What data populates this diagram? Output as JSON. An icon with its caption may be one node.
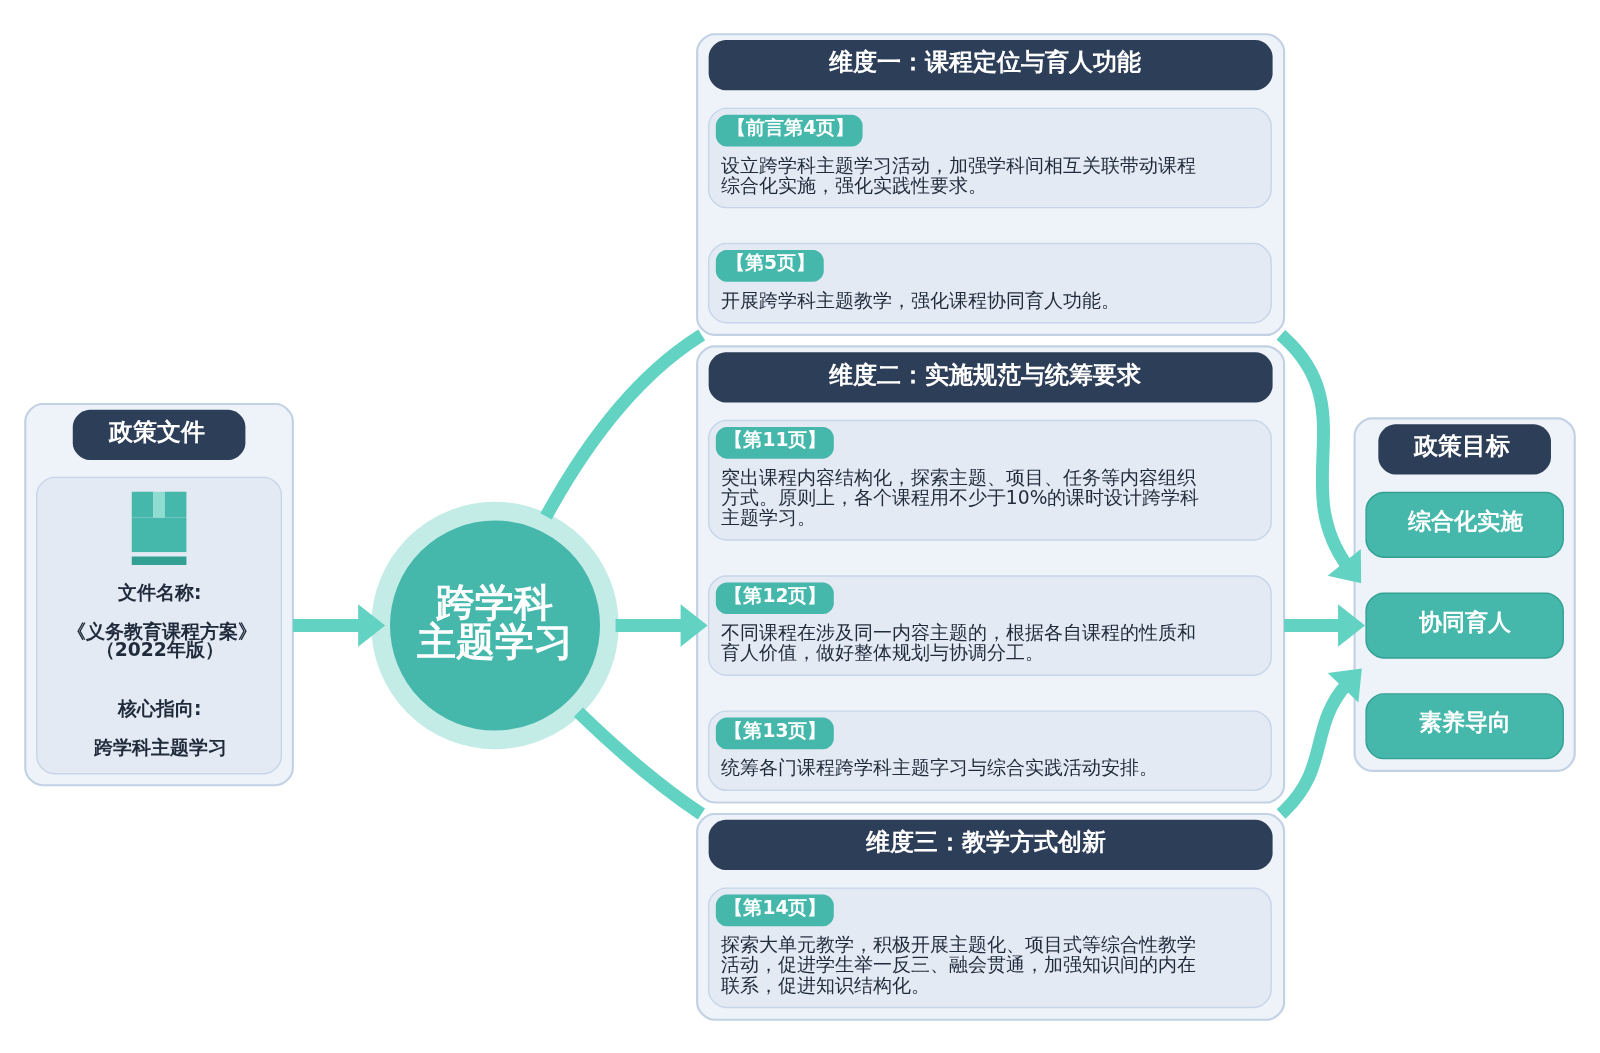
{
  "diagram": {
    "nodes": [
      {
        "text": [
          "政策文件"
        ]
      },
      {
        "text": [
          "文件名称:",
          "《义务教育课程方案》（2022年版）",
          "核心指向:",
          "跨学科主题学习"
        ],
        "in": 0
      },
      {
        "text": [
          "跨学科主题学习"
        ]
      },
      {
        "text": [
          "维度一：课程定位与育人功能"
        ]
      },
      {
        "text": [
          "【前言第4页】",
          "设立跨学科主题学习活动，加强学科间相互关联带动课程综合化实施，强化实践性要求。"
        ],
        "in": 3
      },
      {
        "text": [
          "【第5页】",
          "开展跨学科主题教学，强化课程协同育人功能。"
        ],
        "in": 3
      },
      {
        "text": [
          "维度二：实施规范与统筹要求"
        ]
      },
      {
        "text": [
          "【第11页】",
          "突出课程内容结构化，探索主题、项目、任务等内容组织方式。原则上，各个课程用不少于10%的课时设计跨学科主题学习。"
        ],
        "in": 6
      },
      {
        "text": [
          "【第12页】",
          "不同课程在涉及同一内容主题的，根据各自课程的性质和育人价值，做好整体规划与协调分工。"
        ],
        "in": 6
      },
      {
        "text": [
          "【第13页】",
          "统筹各门课程跨学科主题字习与综合实践活动安排。"
        ],
        "in": 6
      },
      {
        "text": [
          "维度三：教学方式创新"
        ]
      },
      {
        "text": [
          "【第14页】",
          "探索大单元教学，积极开展主题化、项目式等综合性教学活动，促进学生举一反三、融会贯通，加强知识间的内在联系，促进知识结构化。"
        ],
        "in": 10
      },
      {
        "text": [
          "政策目标"
        ]
      },
      {
        "text": [
          "综合化实施"
        ],
        "in": 12
      },
      {
        "text": [
          "协同育人"
        ],
        "in": 12
      },
      {
        "text": [
          "素养导向"
        ],
        "in": 12
      }
    ],
    "edges": [
      {
        "from": 0,
        "to": 2,
        "arrow": "to"
      },
      {
        "from": 2,
        "to": 3,
        "arrow": "none"
      },
      {
        "from": 2,
        "to": 6,
        "arrow": "to"
      },
      {
        "from": 2,
        "to": 10,
        "arrow": "none"
      },
      {
        "from": 3,
        "to": 12,
        "arrow": "to"
      },
      {
        "from": 6,
        "to": 12,
        "arrow": "to"
      },
      {
        "from": 10,
        "to": 12,
        "arrow": "to"
      }
    ]
  }
}
